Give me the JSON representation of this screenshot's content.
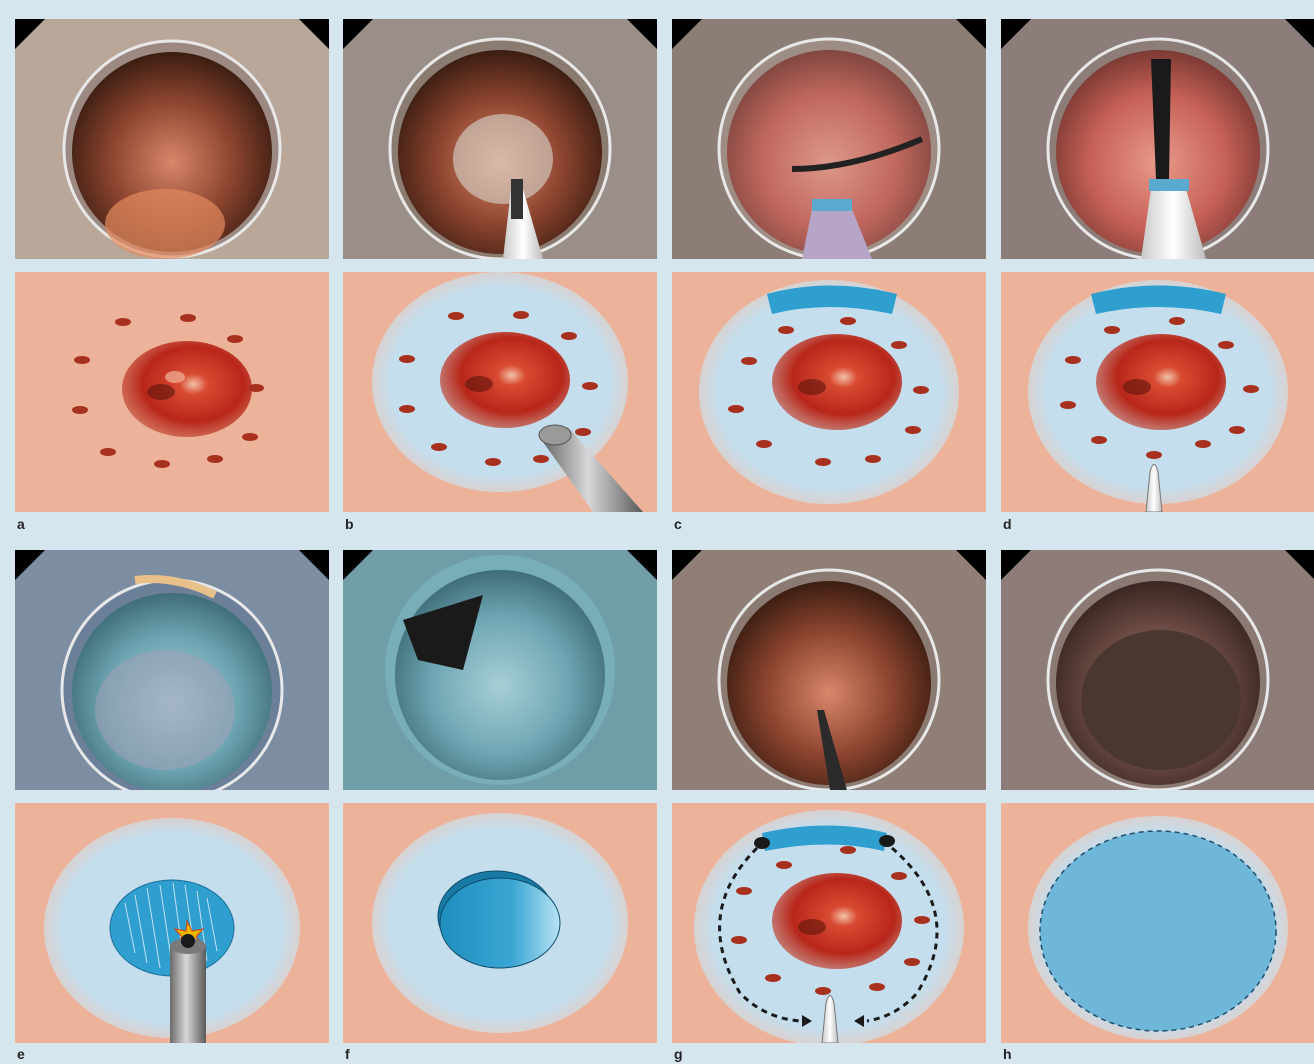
{
  "figure": {
    "panels": [
      {
        "label": "a"
      },
      {
        "label": "b"
      },
      {
        "label": "c"
      },
      {
        "label": "d"
      },
      {
        "label": "e"
      },
      {
        "label": "f"
      },
      {
        "label": "g"
      },
      {
        "label": "h"
      }
    ]
  },
  "colors": {
    "background": "#d6e6ef",
    "mucosa": "#ecb39a",
    "lifted_area": "#c2dcec",
    "lesion_red": "#b8281a",
    "marking_dots": "#a8301f",
    "blue_band": "#2f9fd0",
    "resected_base": "#6eb7d8",
    "instrument": "#8a8a8a"
  },
  "icons": {
    "instrument": "endoscopic-knife-icon",
    "spark": "coagulation-spark-icon",
    "dashed_arrows": "circumferential-incision-arrows"
  }
}
